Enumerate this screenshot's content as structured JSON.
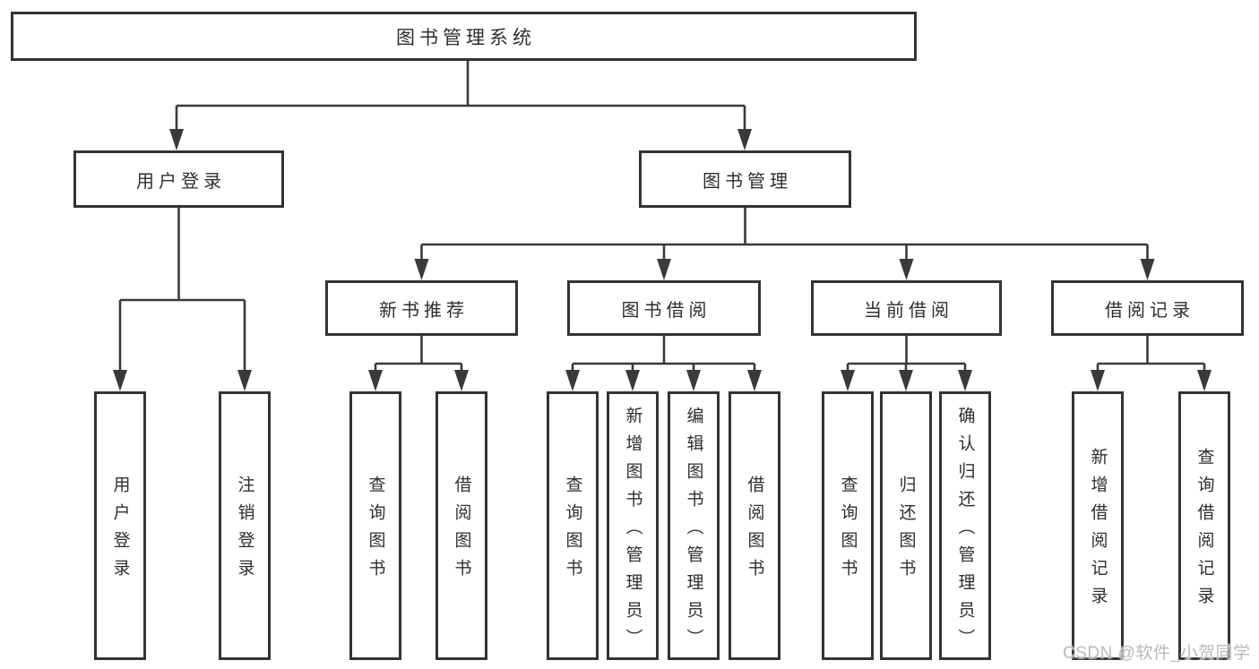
{
  "diagram": {
    "root": {
      "label": "图书管理系统"
    },
    "user_login": {
      "label": "用户登录",
      "children": [
        {
          "label": "用户登录"
        },
        {
          "label": "注销登录"
        }
      ]
    },
    "book_management": {
      "label": "图书管理",
      "modules": [
        {
          "label": "新书推荐",
          "children": [
            {
              "label": "查询图书"
            },
            {
              "label": "借阅图书"
            }
          ]
        },
        {
          "label": "图书借阅",
          "children": [
            {
              "label": "查询图书"
            },
            {
              "label": "新增图书（管理员）"
            },
            {
              "label": "编辑图书（管理员）"
            },
            {
              "label": "借阅图书"
            }
          ]
        },
        {
          "label": "当前借阅",
          "children": [
            {
              "label": "查询图书"
            },
            {
              "label": "归还图书"
            },
            {
              "label": "确认归还（管理员）"
            }
          ]
        },
        {
          "label": "借阅记录",
          "children": [
            {
              "label": "新增借阅记录"
            },
            {
              "label": "查询借阅记录"
            }
          ]
        }
      ]
    }
  },
  "watermark": {
    "text": "CSDN @软件_小贺同学"
  },
  "colors": {
    "line": "#3a3a3a",
    "box_border": "#333333",
    "text": "#2e2e2e",
    "watermark": "#b9b9b9",
    "background": "#ffffff"
  }
}
